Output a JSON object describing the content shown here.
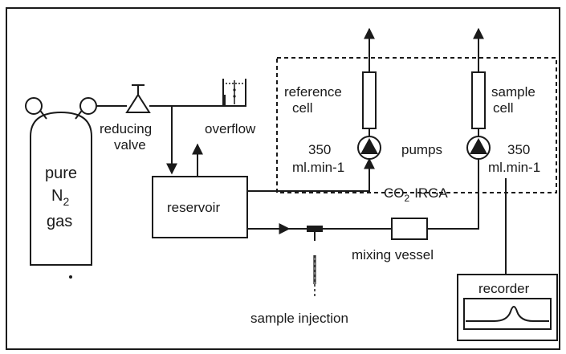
{
  "labels": {
    "cylinder_line1": "pure",
    "cylinder_line2_main": "N",
    "cylinder_line2_sub": "2",
    "cylinder_line3": "gas",
    "reducing_line1": "reducing",
    "reducing_line2": "valve",
    "overflow": "overflow",
    "reservoir": "reservoir",
    "reference_line1": "reference",
    "reference_line2": "cell",
    "sample_line1": "sample",
    "sample_line2": "cell",
    "flow_left_value": "350",
    "flow_left_unit": "ml.min-1",
    "flow_right_value": "350",
    "flow_right_unit": "ml.min-1",
    "pumps": "pumps",
    "irga_co": "CO",
    "irga_sub": "2",
    "irga_rest": "IRGA",
    "mixing_vessel": "mixing vessel",
    "sample_injection": "sample injection",
    "recorder": "recorder"
  },
  "colors": {
    "ink": "#1a1a1a",
    "background": "#ffffff"
  }
}
